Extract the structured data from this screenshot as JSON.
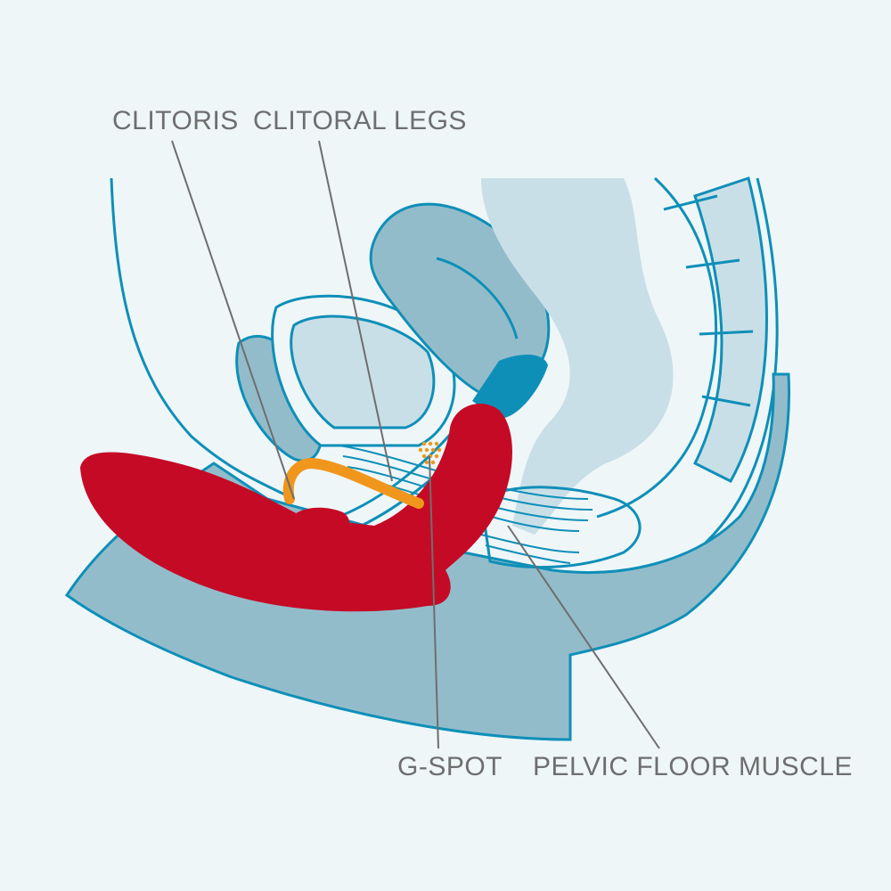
{
  "labels": {
    "clitoris": "CLITORIS",
    "clitoral_legs": "CLITORAL LEGS",
    "g_spot": "G-SPOT",
    "pelvic_floor_muscle": "PELVIC FLOOR MUSCLE"
  },
  "colors": {
    "background": "#eef6f8",
    "outline": "#0e8fb8",
    "tissue_dark": "#93bccb",
    "tissue_light": "#c9dfe7",
    "toy_red": "#c50a26",
    "clitoral_legs_orange": "#f0961c",
    "label_text": "#6e6e6e",
    "leader_line": "#6e6e6e"
  }
}
